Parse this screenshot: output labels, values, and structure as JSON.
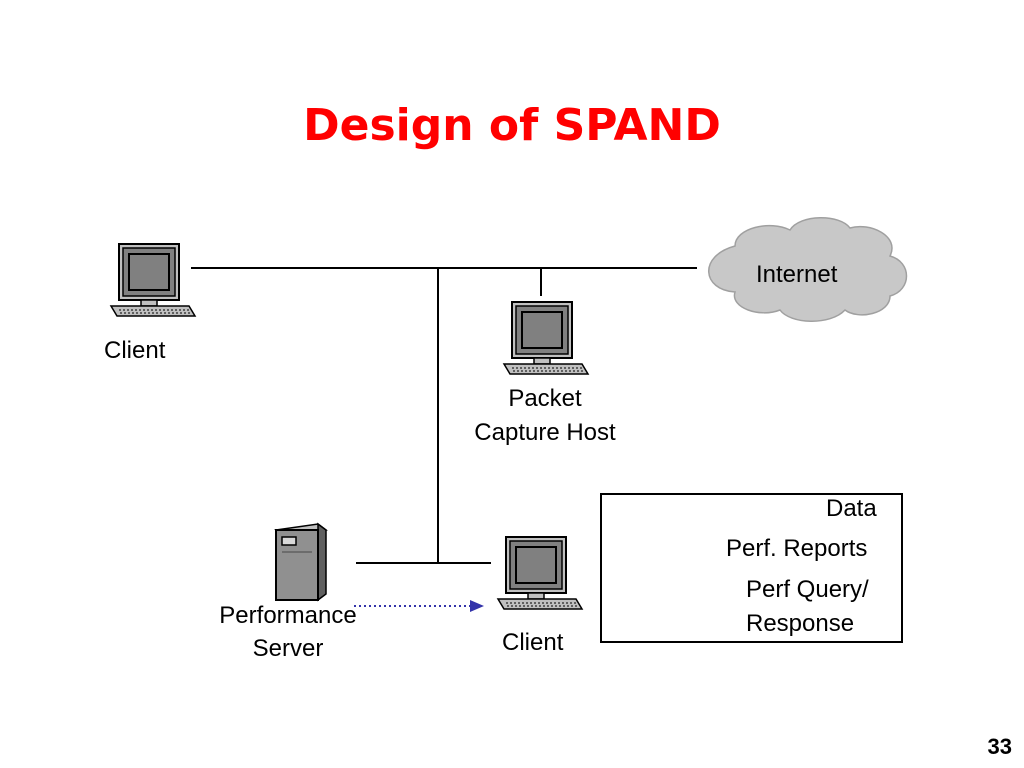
{
  "slide": {
    "title": "Design of SPAND",
    "page_number": "33"
  },
  "nodes": {
    "client_top": "Client",
    "packet_capture_line1": "Packet",
    "packet_capture_line2": "Capture Host",
    "internet": "Internet",
    "performance_server_line1": "Performance",
    "performance_server_line2": "Server",
    "client_bottom": "Client"
  },
  "legend": {
    "data": "Data",
    "perf_reports": "Perf. Reports",
    "perf_query_line1": "Perf Query/",
    "perf_query_line2": "Response"
  },
  "colors": {
    "title": "#ff0000",
    "data_arrow": "#c00000",
    "reports_arrow": "#22bb22",
    "query_arrow": "#3333aa"
  },
  "icons": [
    "computer-icon",
    "server-icon",
    "cloud-icon"
  ]
}
